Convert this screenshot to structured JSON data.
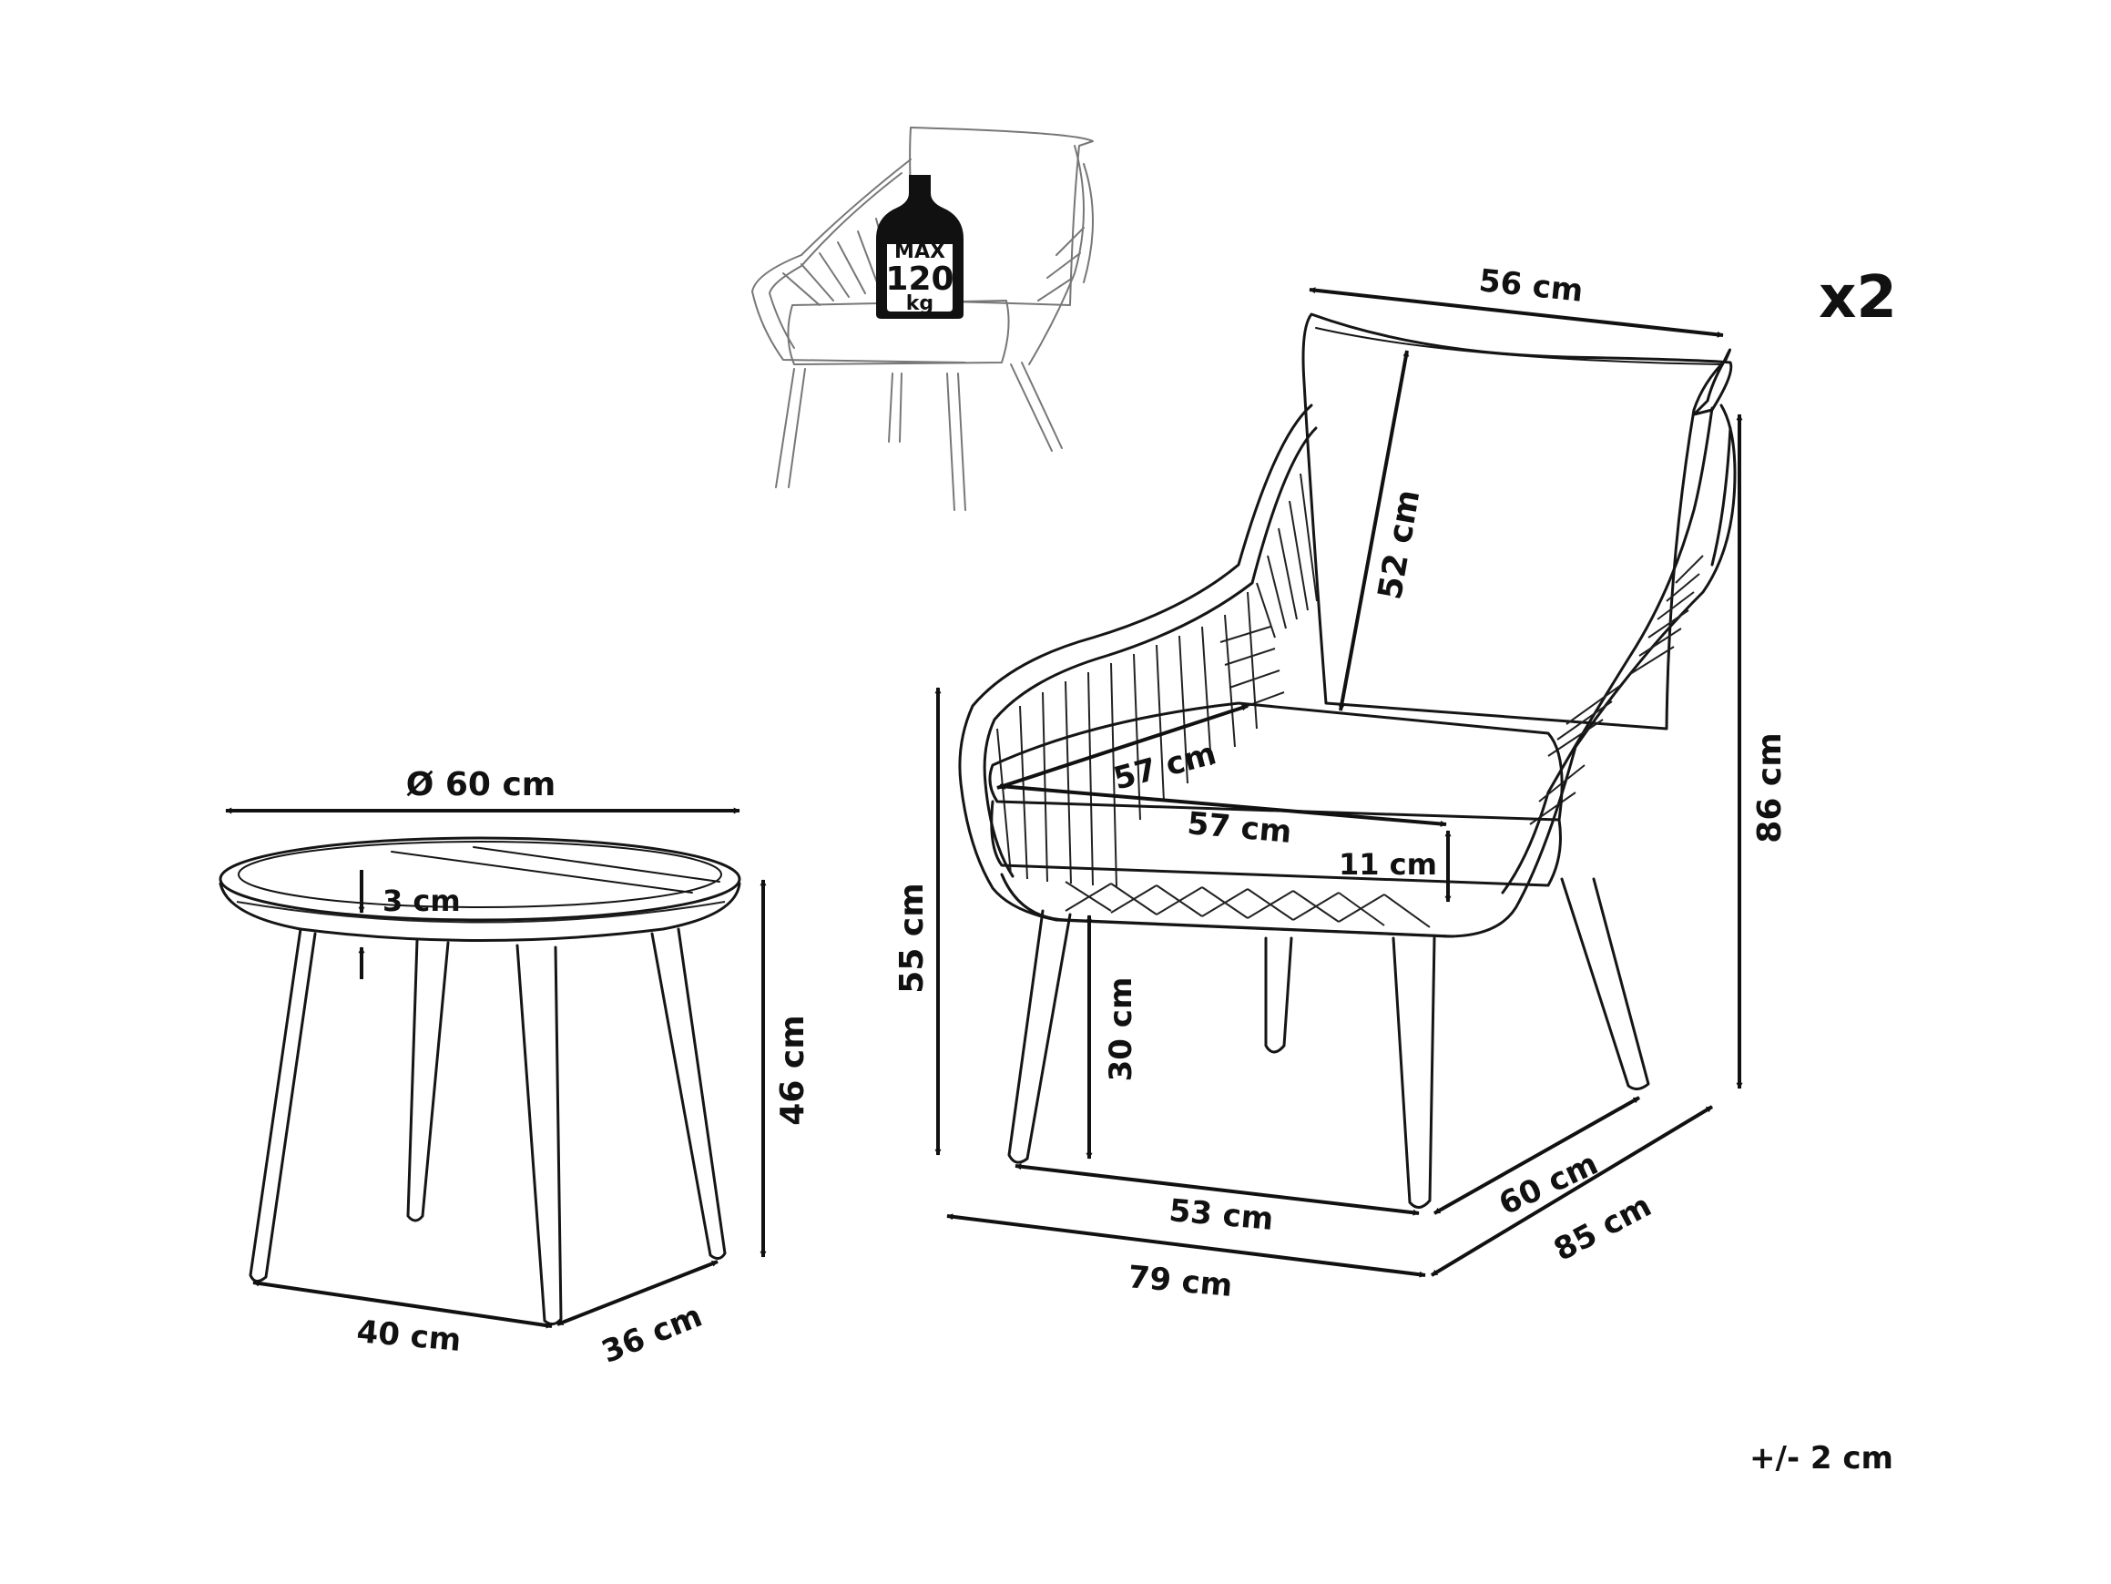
{
  "qty": "x2",
  "tolerance": "+/- 2 cm",
  "load_badge": {
    "line1": "MAX",
    "line2": "120",
    "line3": "kg"
  },
  "table": {
    "diameter": "Ø 60 cm",
    "top_thickness": "3 cm",
    "height": "46 cm",
    "base_width": "40 cm",
    "base_depth": "36 cm"
  },
  "chair": {
    "back_cushion_width": "56 cm",
    "back_cushion_height": "52 cm",
    "seat_depth": "57 cm",
    "seat_width": "57 cm",
    "seat_cushion_thickness": "11 cm",
    "total_height": "86 cm",
    "seat_height": "55 cm",
    "frame_clearance": "30 cm",
    "leg_span_width": "53 cm",
    "leg_span_depth": "60 cm",
    "total_width": "79 cm",
    "total_depth": "85 cm"
  }
}
